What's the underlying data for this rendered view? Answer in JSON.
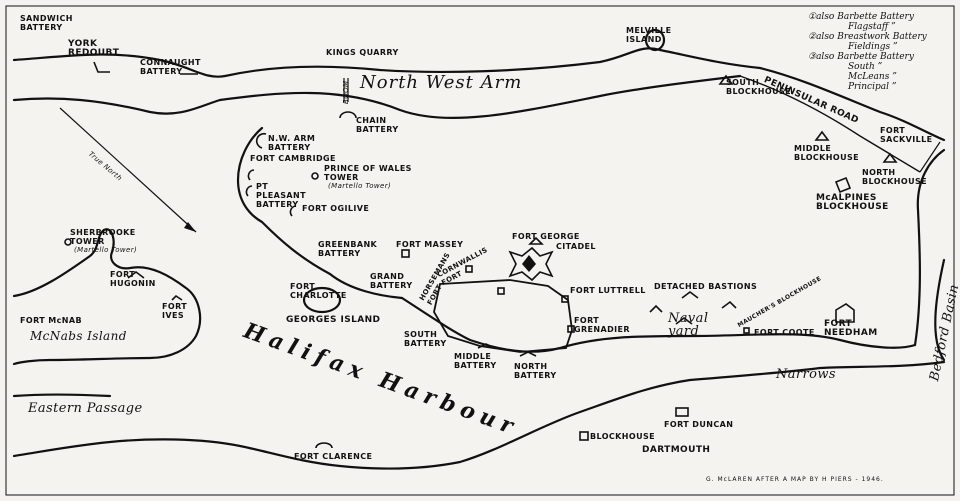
{
  "labels": {
    "sandwich_battery": "SANDWICH BATTERY",
    "york_redoubt": "YORK REDOUBT",
    "connaught_battery": "CONNAUGHT BATTERY",
    "kings_quarry": "KINGS QUARRY",
    "melville_island": "MELVILLE ISLAND",
    "boom": "BOOM",
    "north_west_arm": "North West Arm",
    "south_blockhouse": "SOUTH BLOCKHOUSE",
    "peninsular_road": "PENINSULAR ROAD",
    "fort_sackville": "FORT SACKVILLE",
    "chain_battery": "CHAIN BATTERY",
    "nw_arm_battery": "N.W. ARM BATTERY",
    "fort_cambridge": "FORT CAMBRIDGE",
    "prince_of_wales_tower": "PRINCE OF WALES TOWER",
    "martello_tower": "(Martello Tower)",
    "pt_pleasant_battery": "PT PLEASANT BATTERY",
    "fort_ogilive": "FORT OGILIVE",
    "true_north": "True North",
    "middle_blockhouse": "MIDDLE BLOCKHOUSE",
    "north_blockhouse": "NORTH BLOCKHOUSE",
    "mcalpines_blockhouse": "McALPINES BLOCKHOUSE",
    "sherbrooke_tower": "SHERBROOKE TOWER",
    "sherbrooke_martello": "(Martello Tower)",
    "greenbank_battery": "GREENBANK BATTERY",
    "fort_massey": "FORT MASSEY",
    "fort_george": "FORT GEORGE",
    "citadel": "CITADEL",
    "fort_hugonin": "FORT HUGONIN",
    "grand_battery": "GRAND BATTERY",
    "horsemans_fort": "HORSEMANS FORT",
    "cornwallis_fort": "CORNWALLIS FORT",
    "fort_luttrell": "FORT LUTTRELL",
    "detached_bastions": "DETACHED BASTIONS",
    "fort_charlotte": "FORT CHARLOTTE",
    "georges_island": "GEORGES ISLAND",
    "fort_ives": "FORT IVES",
    "fort_mcnab": "FORT McNAB",
    "mcnabs_island": "McNabs Island",
    "fort_grenadier": "FORT GRENADIER",
    "naval_yard": "Naval yard",
    "mauchers_blockhouse": "MAUCHER'S BLOCKHOUSE",
    "fort_coote": "FORT COOTE",
    "fort_needham": "FORT NEEDHAM",
    "bedford_basin": "Bedford Basin",
    "south_battery": "SOUTH BATTERY",
    "middle_battery": "MIDDLE BATTERY",
    "north_battery": "NORTH BATTERY",
    "halifax_harbour": "Halifax Harbour",
    "narrows": "Narrows",
    "eastern_passage": "Eastern Passage",
    "fort_duncan": "FORT DUNCAN",
    "blockhouse": "BLOCKHOUSE",
    "dartmouth": "DARTMOUTH",
    "fort_clarence": "FORT CLARENCE"
  },
  "legend": {
    "l1": "①also Barbette Battery",
    "l2": "Flagstaff ”",
    "l3": "②also Breastwork Battery",
    "l4": "Fieldings ”",
    "l5": "③also Barbette Battery",
    "l6": "South ”",
    "l7": "McLeans ”",
    "l8": "Principal ”"
  },
  "credit": "G. McLAREN  AFTER A MAP BY H PIERS - 1946.",
  "colors": {
    "ink": "#111111",
    "paper": "#f4f3ef"
  }
}
